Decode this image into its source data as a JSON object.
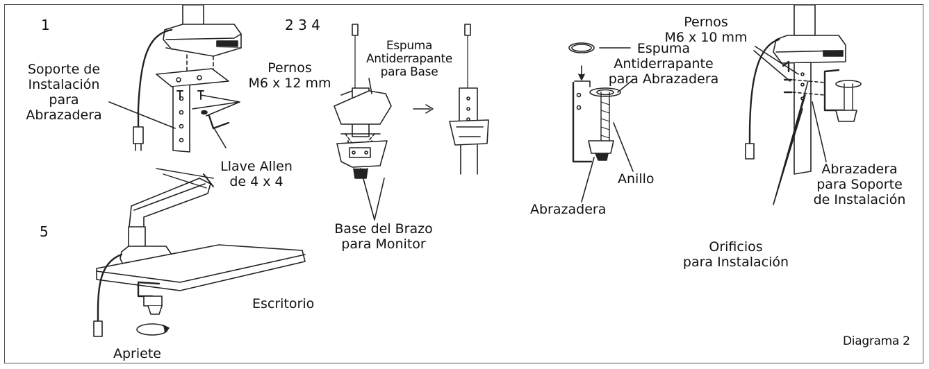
{
  "steps": {
    "s1": "1",
    "s234": "2 3 4",
    "s5": "5"
  },
  "labels": {
    "soporte": [
      "Soporte de",
      "Instalación",
      "para",
      "Abrazadera"
    ],
    "pernos_12": [
      "Pernos",
      "M6 x 12 mm"
    ],
    "llave": [
      "Llave Allen",
      "de 4 x 4"
    ],
    "espuma_base": [
      "Espuma",
      "Antiderrapante",
      "para Base"
    ],
    "base_brazo": [
      "Base del Brazo",
      "para Monitor"
    ],
    "espuma_abrazadera": [
      "Espuma",
      "Antiderrapante",
      "para Abrazadera"
    ],
    "anillo": "Anillo",
    "abrazadera": "Abrazadera",
    "pernos_10": [
      "Pernos",
      "M6 x 10 mm"
    ],
    "abrazadera_soporte": [
      "Abrazadera",
      "para Soporte",
      "de Instalación"
    ],
    "orificios": [
      "Orificios",
      "para Instalación"
    ],
    "escritorio": "Escritorio",
    "apriete": "Apriete",
    "diagrama": "Diagrama 2"
  },
  "colors": {
    "ink": "#111111",
    "line": "#222222",
    "frame": "#555555"
  }
}
